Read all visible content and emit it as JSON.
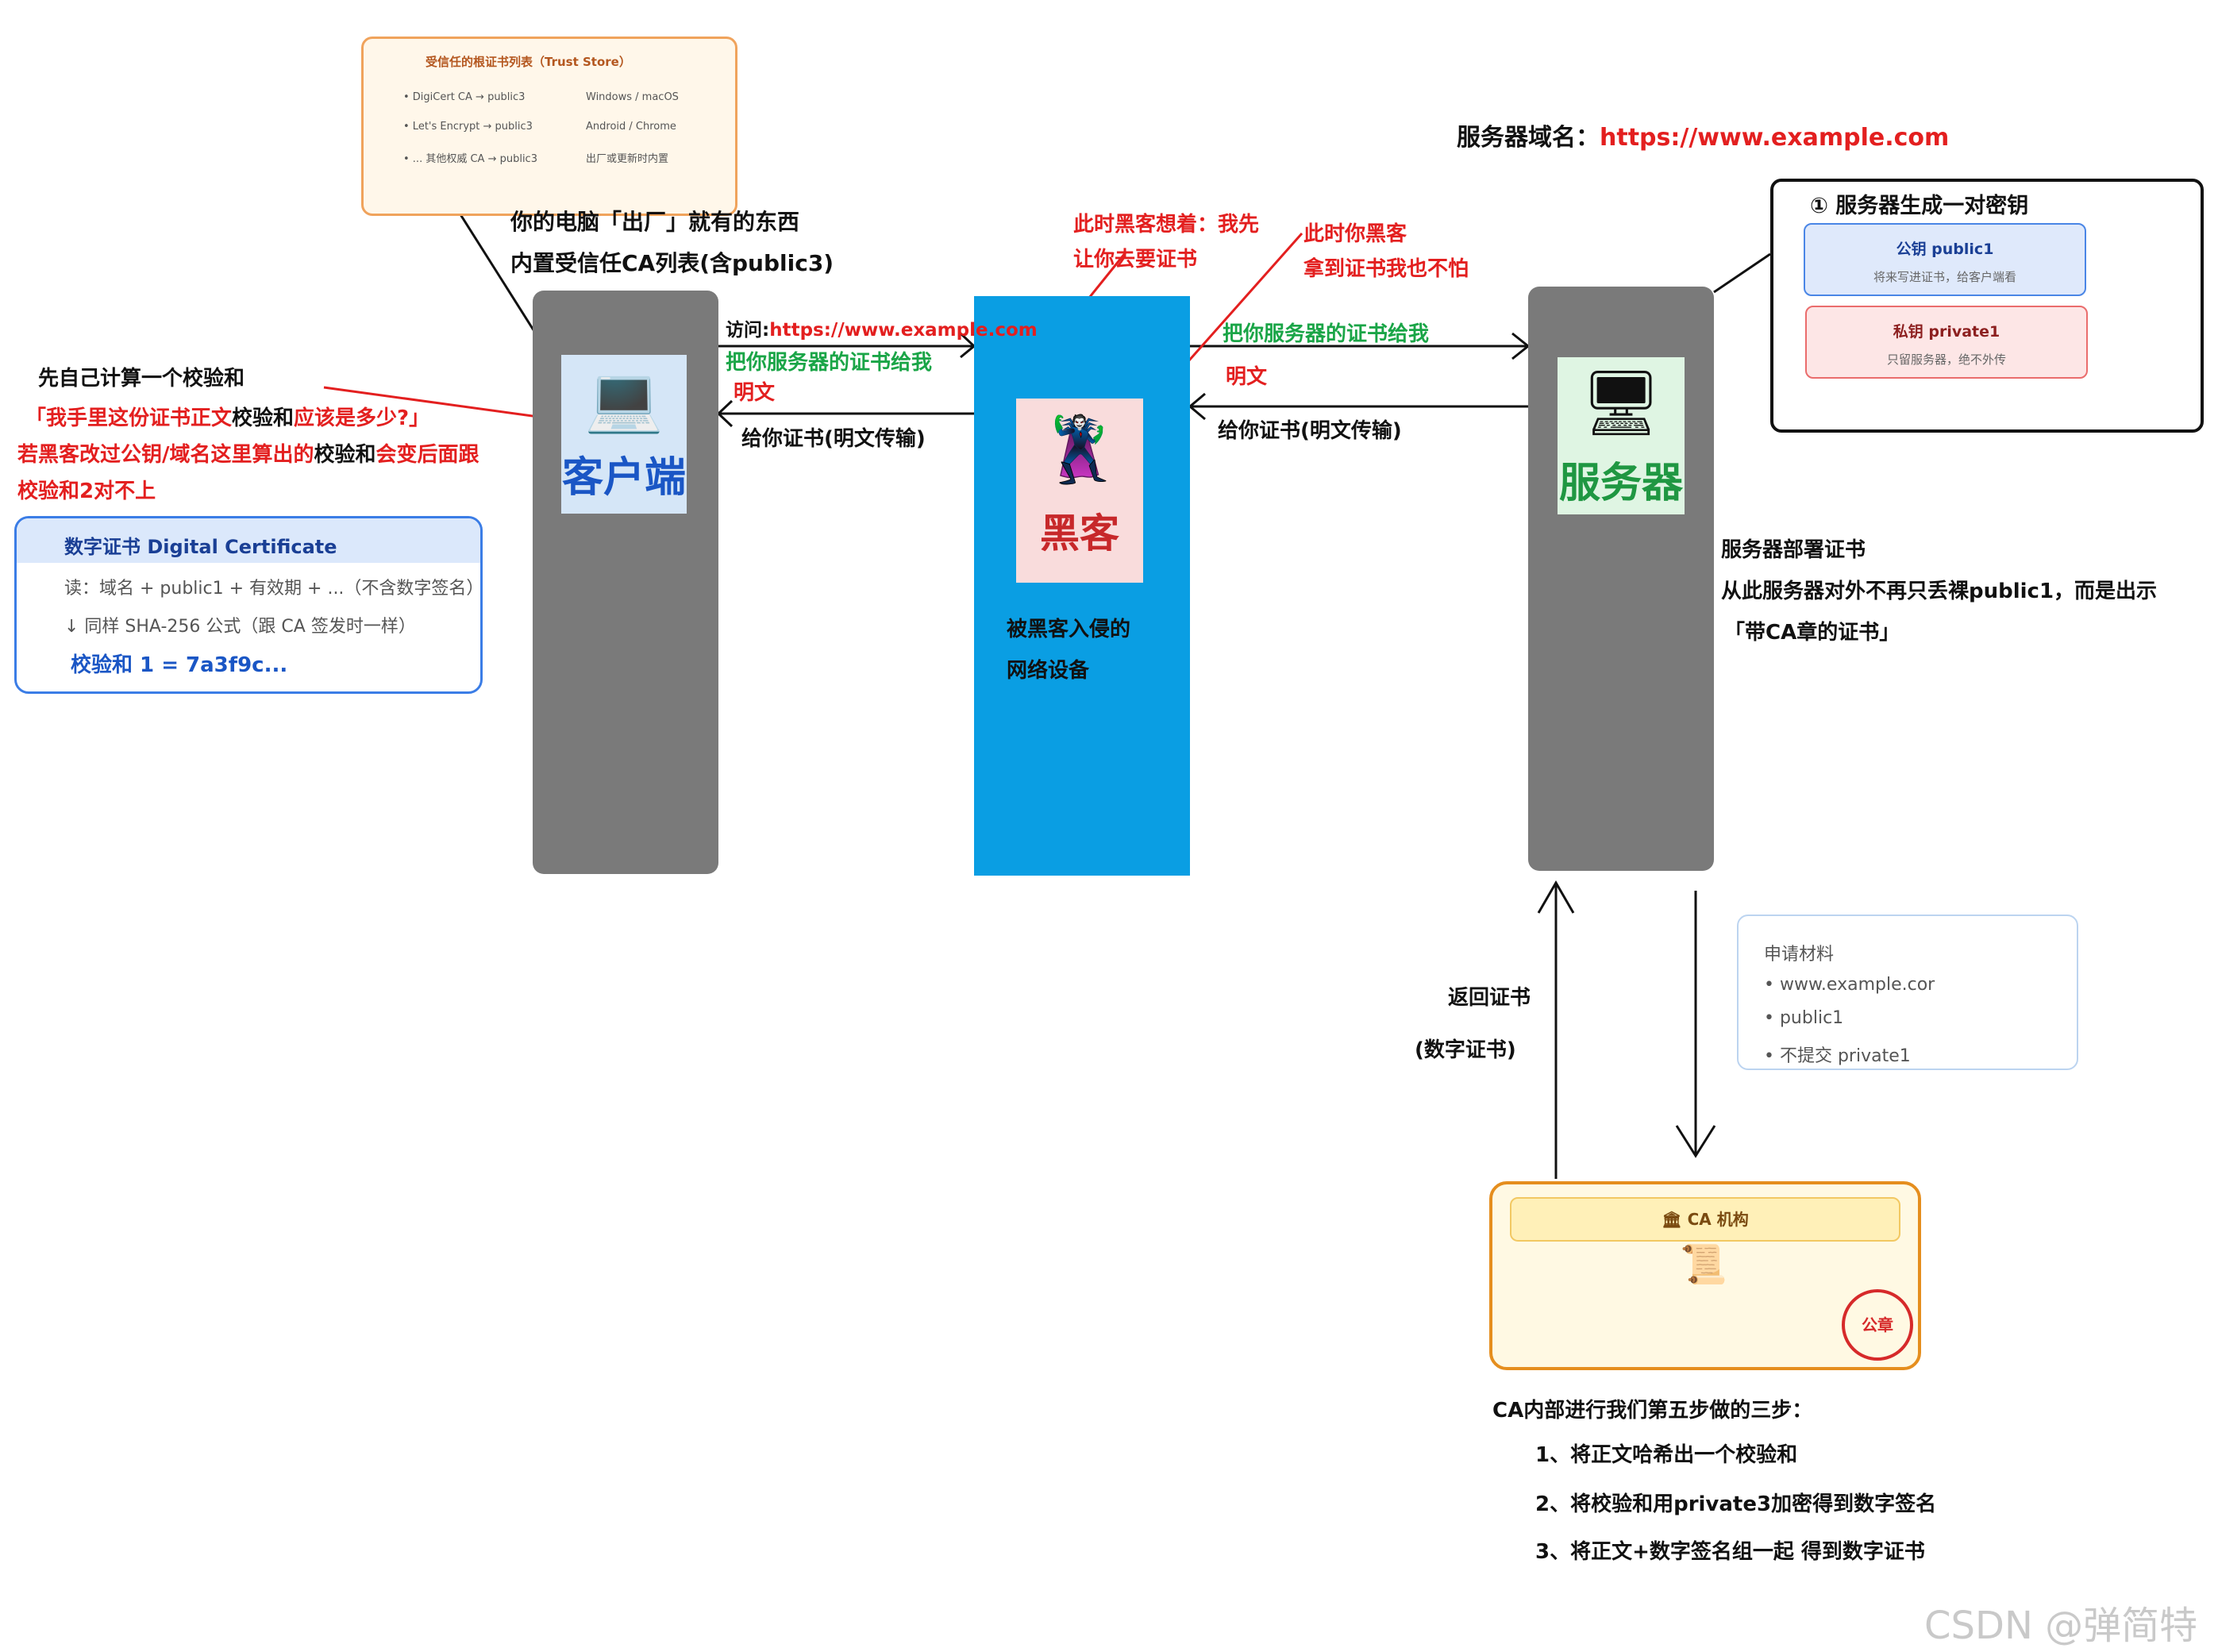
{
  "trust_store": {
    "title": "受信任的根证书列表（Trust Store）",
    "rows": [
      {
        "left": "• DigiCert CA → public3",
        "right": "Windows / macOS"
      },
      {
        "left": "• Let's Encrypt → public3",
        "right": "Android / Chrome"
      },
      {
        "left": "• ... 其他权威 CA → public3",
        "right": "出厂或更新时内置"
      }
    ]
  },
  "client_note": {
    "line1": "你的电脑「出厂」就有的东西",
    "line2": "内置受信任CA列表(含public3)"
  },
  "checksum_note": {
    "line1": "先自己计算一个校验和",
    "line2_a": "「我手里这份证书正文",
    "line2_b": "校验和",
    "line2_c": "应该是多少?」",
    "line3_a": "若黑客改过公钥/域名这里算出的",
    "line3_b": "校验和",
    "line3_c": "会变后面跟",
    "line4": "校验和2对不上"
  },
  "cert_box": {
    "title": "数字证书 Digital Certificate",
    "line1": "读：域名 + public1 + 有效期 + ...（不含数字签名）",
    "line2": "↓ 同样 SHA-256 公式（跟 CA 签发时一样）",
    "line3": "校验和 1 = 7a3f9c..."
  },
  "client": {
    "icon": "💻",
    "label": "客户端"
  },
  "hacker": {
    "icon": "🦹",
    "label": "黑客",
    "caption1": "被黑客入侵的",
    "caption2": "网络设备"
  },
  "server": {
    "icon": "🖥",
    "label": "服务器"
  },
  "messages": {
    "visit_prefix": "访问:",
    "visit_url": "https://www.example.com",
    "req_cert": "把你服务器的证书给我",
    "plain": "明文",
    "give_cert": "给你证书(明文传输)",
    "req_cert_right": "把你服务器的证书给我",
    "plain_right": "明文",
    "give_cert_right": "给你证书(明文传输)"
  },
  "hacker_notes": {
    "think1": "此时黑客想着：我先",
    "think2": "让你去要证书",
    "fear1": "此时你黑客",
    "fear2": "拿到证书我也不怕"
  },
  "domain": {
    "label": "服务器域名：",
    "url": "https://www.example.com"
  },
  "keys": {
    "title": "① 服务器生成一对密钥",
    "pub_title": "公钥 public1",
    "pub_desc": "将来写进证书，给客户端看",
    "priv_title": "私钥 private1",
    "priv_desc": "只留服务器，绝不外传"
  },
  "server_note": {
    "line1": "服务器部署证书",
    "line2": "从此服务器对外不再只丢裸public1，而是出示",
    "line3": "「带CA章的证书」"
  },
  "apply": {
    "title": "申请材料",
    "items": [
      "• www.example.cor",
      "• public1",
      "• 不提交 private1"
    ]
  },
  "return_cert": {
    "line1": "返回证书",
    "line2": "(数字证书)"
  },
  "ca": {
    "title": "🏛 CA 机构",
    "doc_icon": "📜",
    "seal": "公章"
  },
  "ca_steps": {
    "head": "CA内部进行我们第五步做的三步：",
    "s1": "1、将正文哈希出一个校验和",
    "s2": "2、将校验和用private3加密得到数字签名",
    "s3": "3、将正文+数字签名组一起 得到数字证书"
  },
  "watermark": "CSDN @弹简特"
}
